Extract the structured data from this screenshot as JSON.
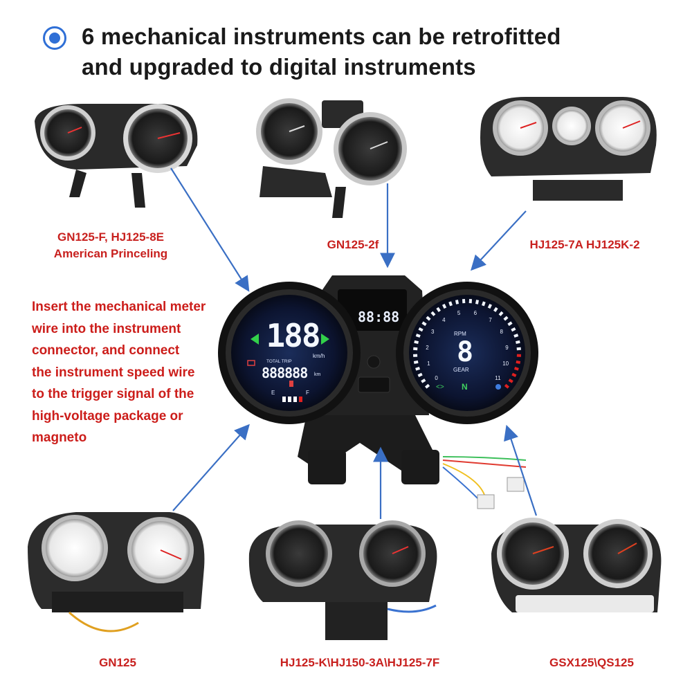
{
  "header": {
    "line1": "6 mechanical instruments can be retrofitted",
    "line2": "and upgraded to digital instruments"
  },
  "labels": {
    "gn125_f_line1": "GN125-F, HJ125-8E",
    "gn125_f_line2": "American Princeling",
    "gn125_2f": "GN125-2f",
    "hj125_7a": "HJ125-7A HJ125K-2",
    "gn125": "GN125",
    "hj125_k": "HJ125-K\\HJ150-3A\\HJ125-7F",
    "gsx125": "GSX125\\QS125"
  },
  "description": {
    "lines": [
      "Insert the mechanical meter",
      "wire into the instrument",
      "connector, and connect",
      "the instrument speed wire",
      "to the trigger signal of the",
      "high-voltage package or",
      "magneto"
    ]
  },
  "dashboard": {
    "clock": "88:88",
    "speed": "188",
    "speed_unit": "km/h",
    "total_trip": "TOTAL TRIP",
    "odometer": "888888",
    "odo_unit": "km",
    "fuel_e": "E",
    "fuel_f": "F",
    "rpm_label": "RPM",
    "gear": "8",
    "gear_label": "GEAR",
    "neutral": "N",
    "rpm_ticks": [
      "0",
      "1",
      "2",
      "3",
      "4",
      "5",
      "6",
      "7",
      "8",
      "9",
      "10",
      "11"
    ]
  },
  "colors": {
    "accent": "#2f6fd6",
    "label_red": "#c8201e",
    "arrow_blue": "#3a6fc4"
  }
}
